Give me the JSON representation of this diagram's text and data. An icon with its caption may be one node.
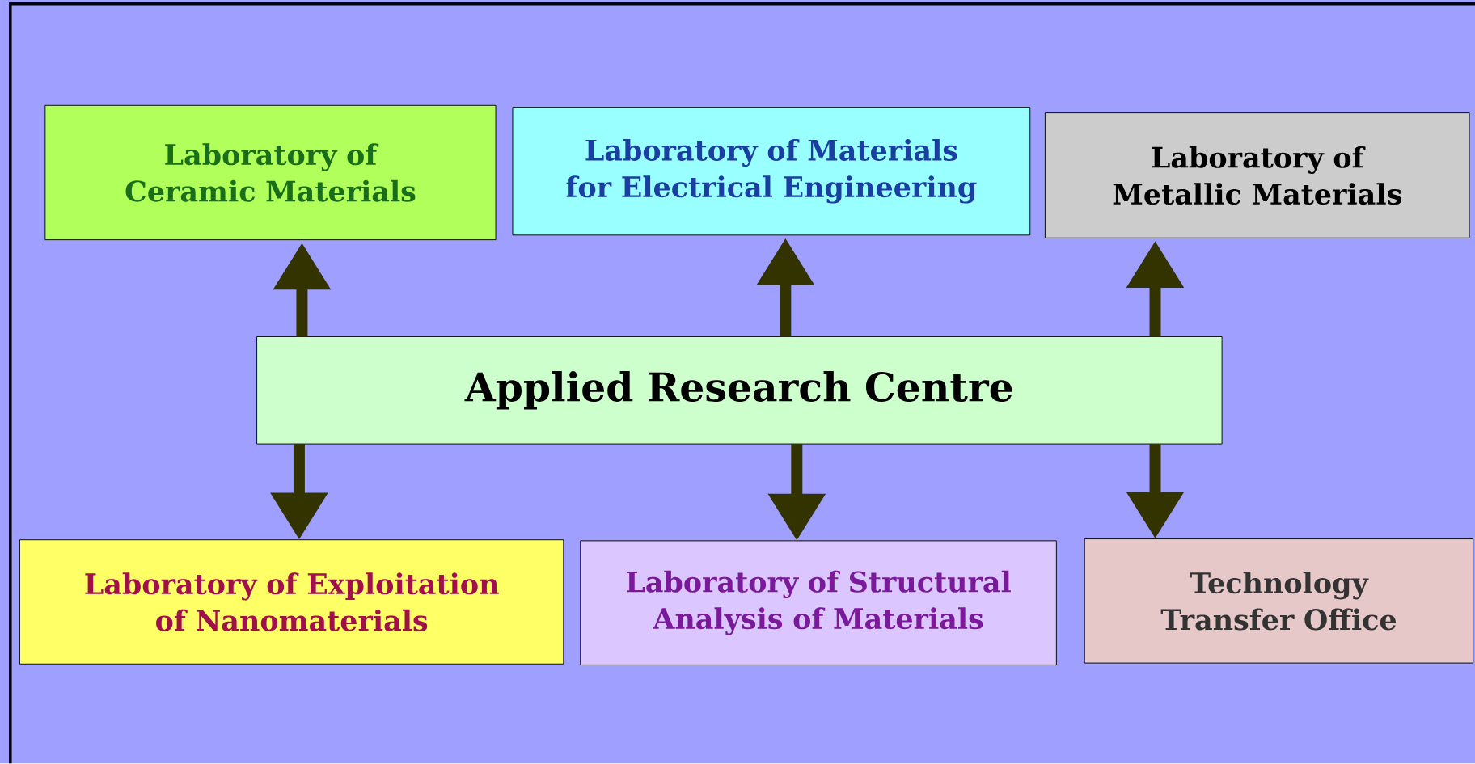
{
  "diagram": {
    "nodes": [
      {
        "text": [
          "Laboratory of Ceramic Materials"
        ]
      },
      {
        "text": [
          "Laboratory of Materials for Electrical Engineering"
        ]
      },
      {
        "text": [
          "Laboratory of Metallic Materials"
        ]
      },
      {
        "text": [
          "Applied Research Centre"
        ]
      },
      {
        "text": [
          "Laboratory of Exploitation of Nanomaterials"
        ]
      },
      {
        "text": [
          "Laboratory of Structural Analysis of Materials"
        ]
      },
      {
        "text": [
          "Technology Transfer Office"
        ]
      }
    ],
    "edges": [
      {
        "from": 3,
        "to": 0,
        "arrow": "to"
      },
      {
        "from": 3,
        "to": 1,
        "arrow": "to"
      },
      {
        "from": 3,
        "to": 2,
        "arrow": "to"
      },
      {
        "from": 3,
        "to": 4,
        "arrow": "to"
      },
      {
        "from": 3,
        "to": 5,
        "arrow": "to"
      },
      {
        "from": 3,
        "to": 6,
        "arrow": "to"
      }
    ]
  }
}
